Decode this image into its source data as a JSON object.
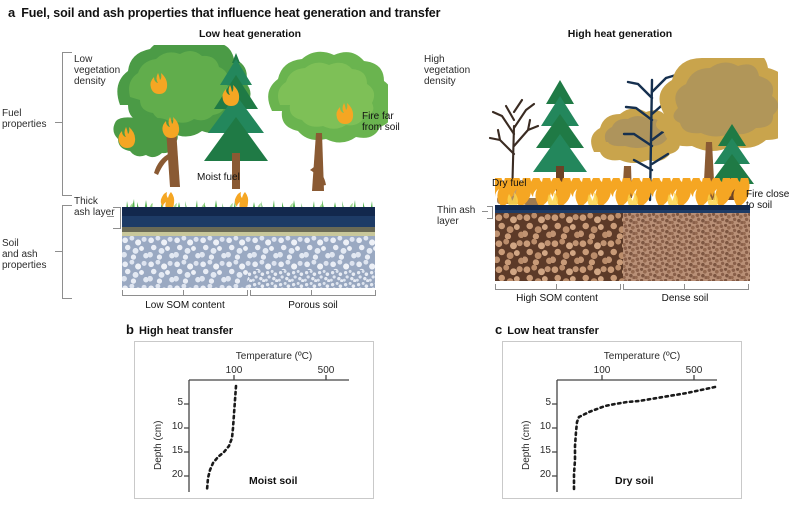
{
  "figure": {
    "panel_a_letter": "a",
    "title": "Fuel, soil and ash properties that influence heat generation and transfer"
  },
  "left_scene": {
    "subtitle": "Low heat generation",
    "bracket_fuel": "Fuel\nproperties",
    "bracket_fuel_line1": "Fuel",
    "bracket_fuel_line2": "properties",
    "bracket_soil_line1": "Soil",
    "bracket_soil_line2": "and ash",
    "bracket_soil_line3": "properties",
    "veg_density_line1": "Low",
    "veg_density_line2": "vegetation",
    "veg_density_line3": "density",
    "ash_layer_line1": "Thick",
    "ash_layer_line2": "ash layer",
    "fire_note_line1": "Fire far",
    "fire_note_line2": "from soil",
    "moist_fuel": "Moist fuel",
    "bottom_bracket_1": "Low SOM content",
    "bottom_bracket_2": "Porous soil"
  },
  "right_scene": {
    "subtitle": "High heat generation",
    "veg_density_line1": "High",
    "veg_density_line2": "vegetation",
    "veg_density_line3": "density",
    "ash_layer_line1": "Thin ash",
    "ash_layer_line2": "layer",
    "dry_fuel": "Dry fuel",
    "fire_note_line1": "Fire close",
    "fire_note_line2": "to soil",
    "bottom_bracket_1": "High SOM content",
    "bottom_bracket_2": "Dense soil"
  },
  "chart_b": {
    "letter": "b",
    "title": "High heat transfer"
  },
  "chart_c": {
    "letter": "c",
    "title": "Low heat transfer"
  },
  "chart_data": [
    {
      "type": "line",
      "panel": "b",
      "title": "High heat transfer",
      "xlabel": "Temperature (ºC)",
      "ylabel": "Depth (cm)",
      "xticks": [
        100,
        500
      ],
      "xtick_labels": [
        "100",
        "500"
      ],
      "yticks": [
        5,
        10,
        15,
        20
      ],
      "ytick_labels": [
        "5",
        "10",
        "15",
        "20"
      ],
      "xlim": [
        0,
        700
      ],
      "ylim": [
        0,
        23
      ],
      "x_axis_position": "top",
      "y_axis_direction": "down",
      "grid": false,
      "legend": false,
      "series": [
        {
          "name": "Moist soil",
          "style": "dashed",
          "color": "#1a1a1a",
          "x": [
            108,
            106,
            104,
            103,
            102,
            101,
            100,
            99,
            97,
            92,
            80,
            66,
            57,
            52,
            48,
            45,
            43
          ],
          "y": [
            1.0,
            2.3,
            3.6,
            5.0,
            6.4,
            7.8,
            9.2,
            10.6,
            12.0,
            13.2,
            14.4,
            15.6,
            16.8,
            18.0,
            19.3,
            20.6,
            22.0
          ]
        }
      ],
      "annotations": [
        {
          "text": "Moist soil",
          "type": "series-label"
        }
      ]
    },
    {
      "type": "line",
      "panel": "c",
      "title": "Low heat transfer",
      "xlabel": "Temperature (ºC)",
      "ylabel": "Depth (cm)",
      "xticks": [
        100,
        500
      ],
      "xtick_labels": [
        "100",
        "500"
      ],
      "yticks": [
        5,
        10,
        15,
        20
      ],
      "ytick_labels": [
        "5",
        "10",
        "15",
        "20"
      ],
      "xlim": [
        0,
        700
      ],
      "ylim": [
        0,
        23
      ],
      "x_axis_position": "top",
      "y_axis_direction": "down",
      "grid": false,
      "legend": false,
      "series": [
        {
          "name": "Dry soil",
          "style": "dashed",
          "color": "#1a1a1a",
          "x": [
            620,
            575,
            530,
            495,
            470,
            440,
            400,
            350,
            300,
            250,
            200,
            160,
            128,
            108,
            100,
            98,
            97,
            96,
            95,
            94,
            93
          ],
          "y": [
            1.0,
            1.5,
            2.0,
            2.4,
            2.7,
            3.0,
            3.3,
            3.6,
            3.9,
            4.2,
            4.6,
            5.1,
            5.8,
            6.6,
            7.4,
            9.0,
            11.0,
            13.5,
            16.0,
            19.0,
            22.0
          ]
        }
      ],
      "annotations": [
        {
          "text": "Dry soil",
          "type": "series-label"
        }
      ]
    }
  ],
  "colors": {
    "ash_dark": "#12284d",
    "ash_mid": "#1d3b66",
    "olive": "#6a6a55",
    "olive_light": "#c8c79a",
    "porous_soil": "#9aa9c2",
    "dense_grey_soil": "#97a6bf",
    "som_brown": "#5c3a28",
    "dense_brown": "#b99077",
    "tree_green_dark": "#3d8a3f",
    "tree_green_light": "#7cb84a",
    "conifer_green": "#1f7a45",
    "dry_canopy": "#c9a44c",
    "flame_orange": "#f5a623",
    "bracket_grey": "#8e8e8e"
  },
  "icons": {
    "flame": "flame-icon",
    "tree_deciduous": "tree-deciduous-icon",
    "tree_conifer": "tree-conifer-icon",
    "tree_dead": "tree-dead-icon",
    "grass": "grass-icon",
    "log": "log-icon"
  }
}
